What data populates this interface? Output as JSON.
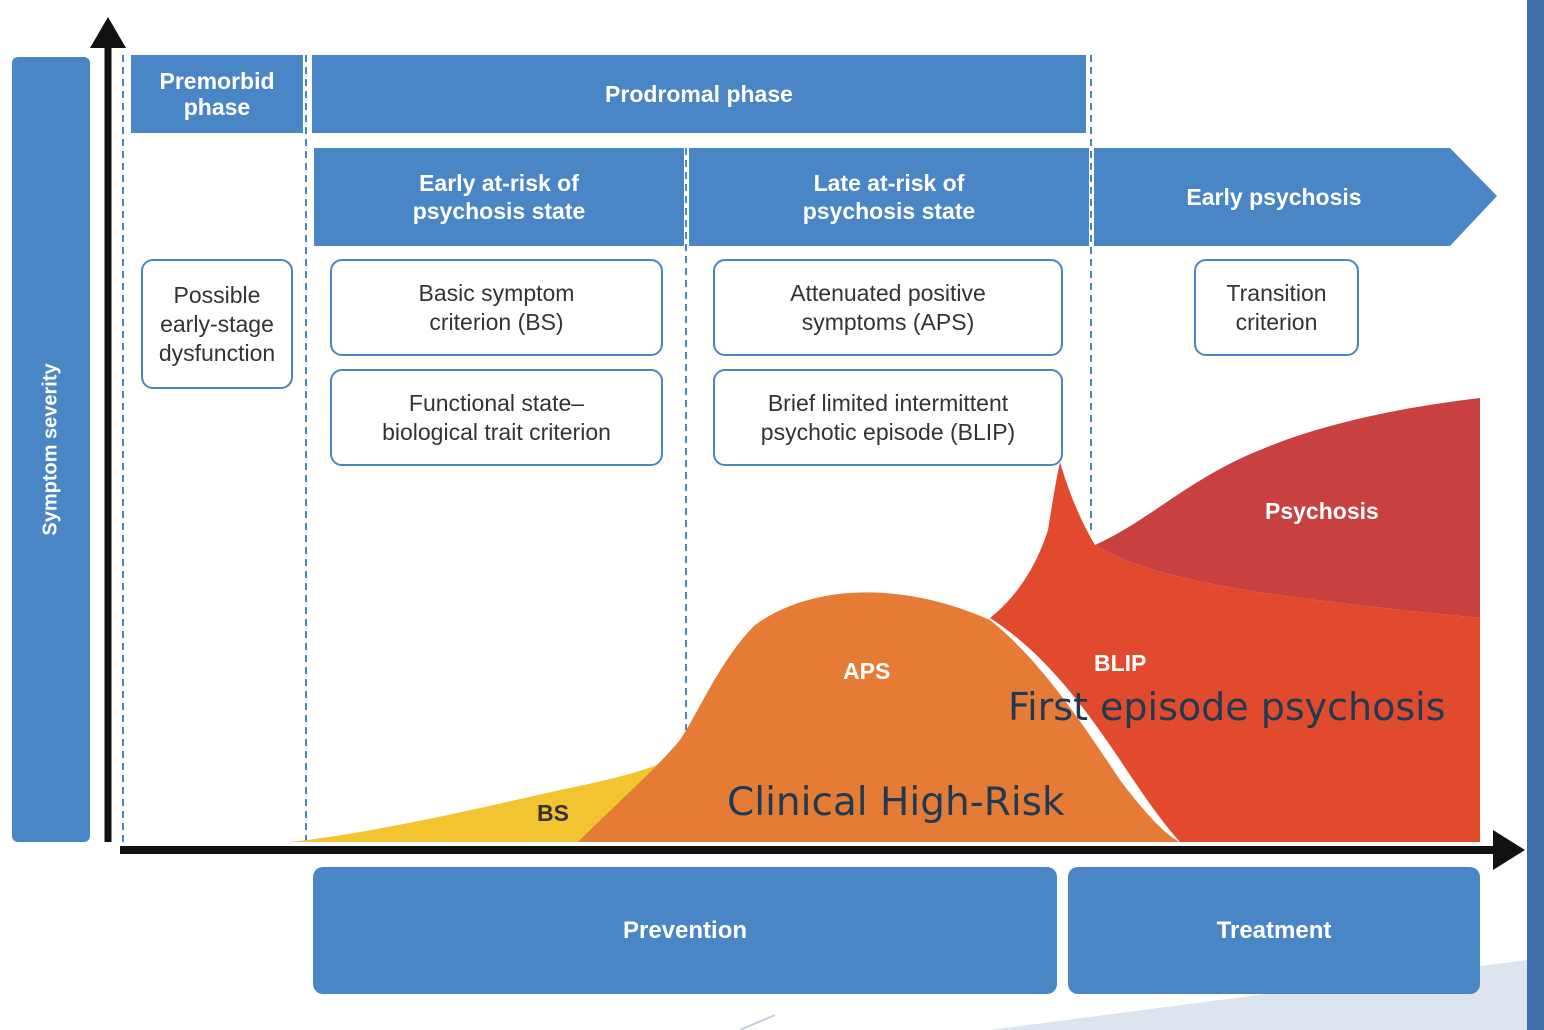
{
  "axes": {
    "y_label": "Symptom severity"
  },
  "phases": {
    "premorbid": "Premorbid\nphase",
    "prodromal": "Prodromal phase"
  },
  "states": {
    "early_at_risk": "Early at-risk of\npsychosis state",
    "late_at_risk": "Late at-risk of\npsychosis state",
    "early_psychosis": "Early psychosis"
  },
  "criteria": {
    "possible_dysfunction": "Possible\nearly-stage\ndysfunction",
    "basic_symptom": "Basic symptom\ncriterion (BS)",
    "functional_state": "Functional state–\nbiological trait criterion",
    "aps": "Attenuated positive\nsymptoms (APS)",
    "blip": "Brief limited intermittent\npsychotic episode (BLIP)",
    "transition": "Transition\ncriterion"
  },
  "areas": {
    "bs": "BS",
    "aps": "APS",
    "blip": "BLIP",
    "psychosis": "Psychosis"
  },
  "interventions": {
    "prevention": "Prevention",
    "treatment": "Treatment"
  },
  "overlay": {
    "first_episode": "First episode psychosis",
    "clinical_high_risk": "Clinical High-Risk"
  },
  "colors": {
    "header_blue": "#4a86c5",
    "bs_yellow": "#f2c530",
    "aps_orange": "#e57b35",
    "blip_red": "#e24a2e",
    "psychosis_dark_red": "#c84040",
    "slide_accent": "#3e6ea8"
  }
}
